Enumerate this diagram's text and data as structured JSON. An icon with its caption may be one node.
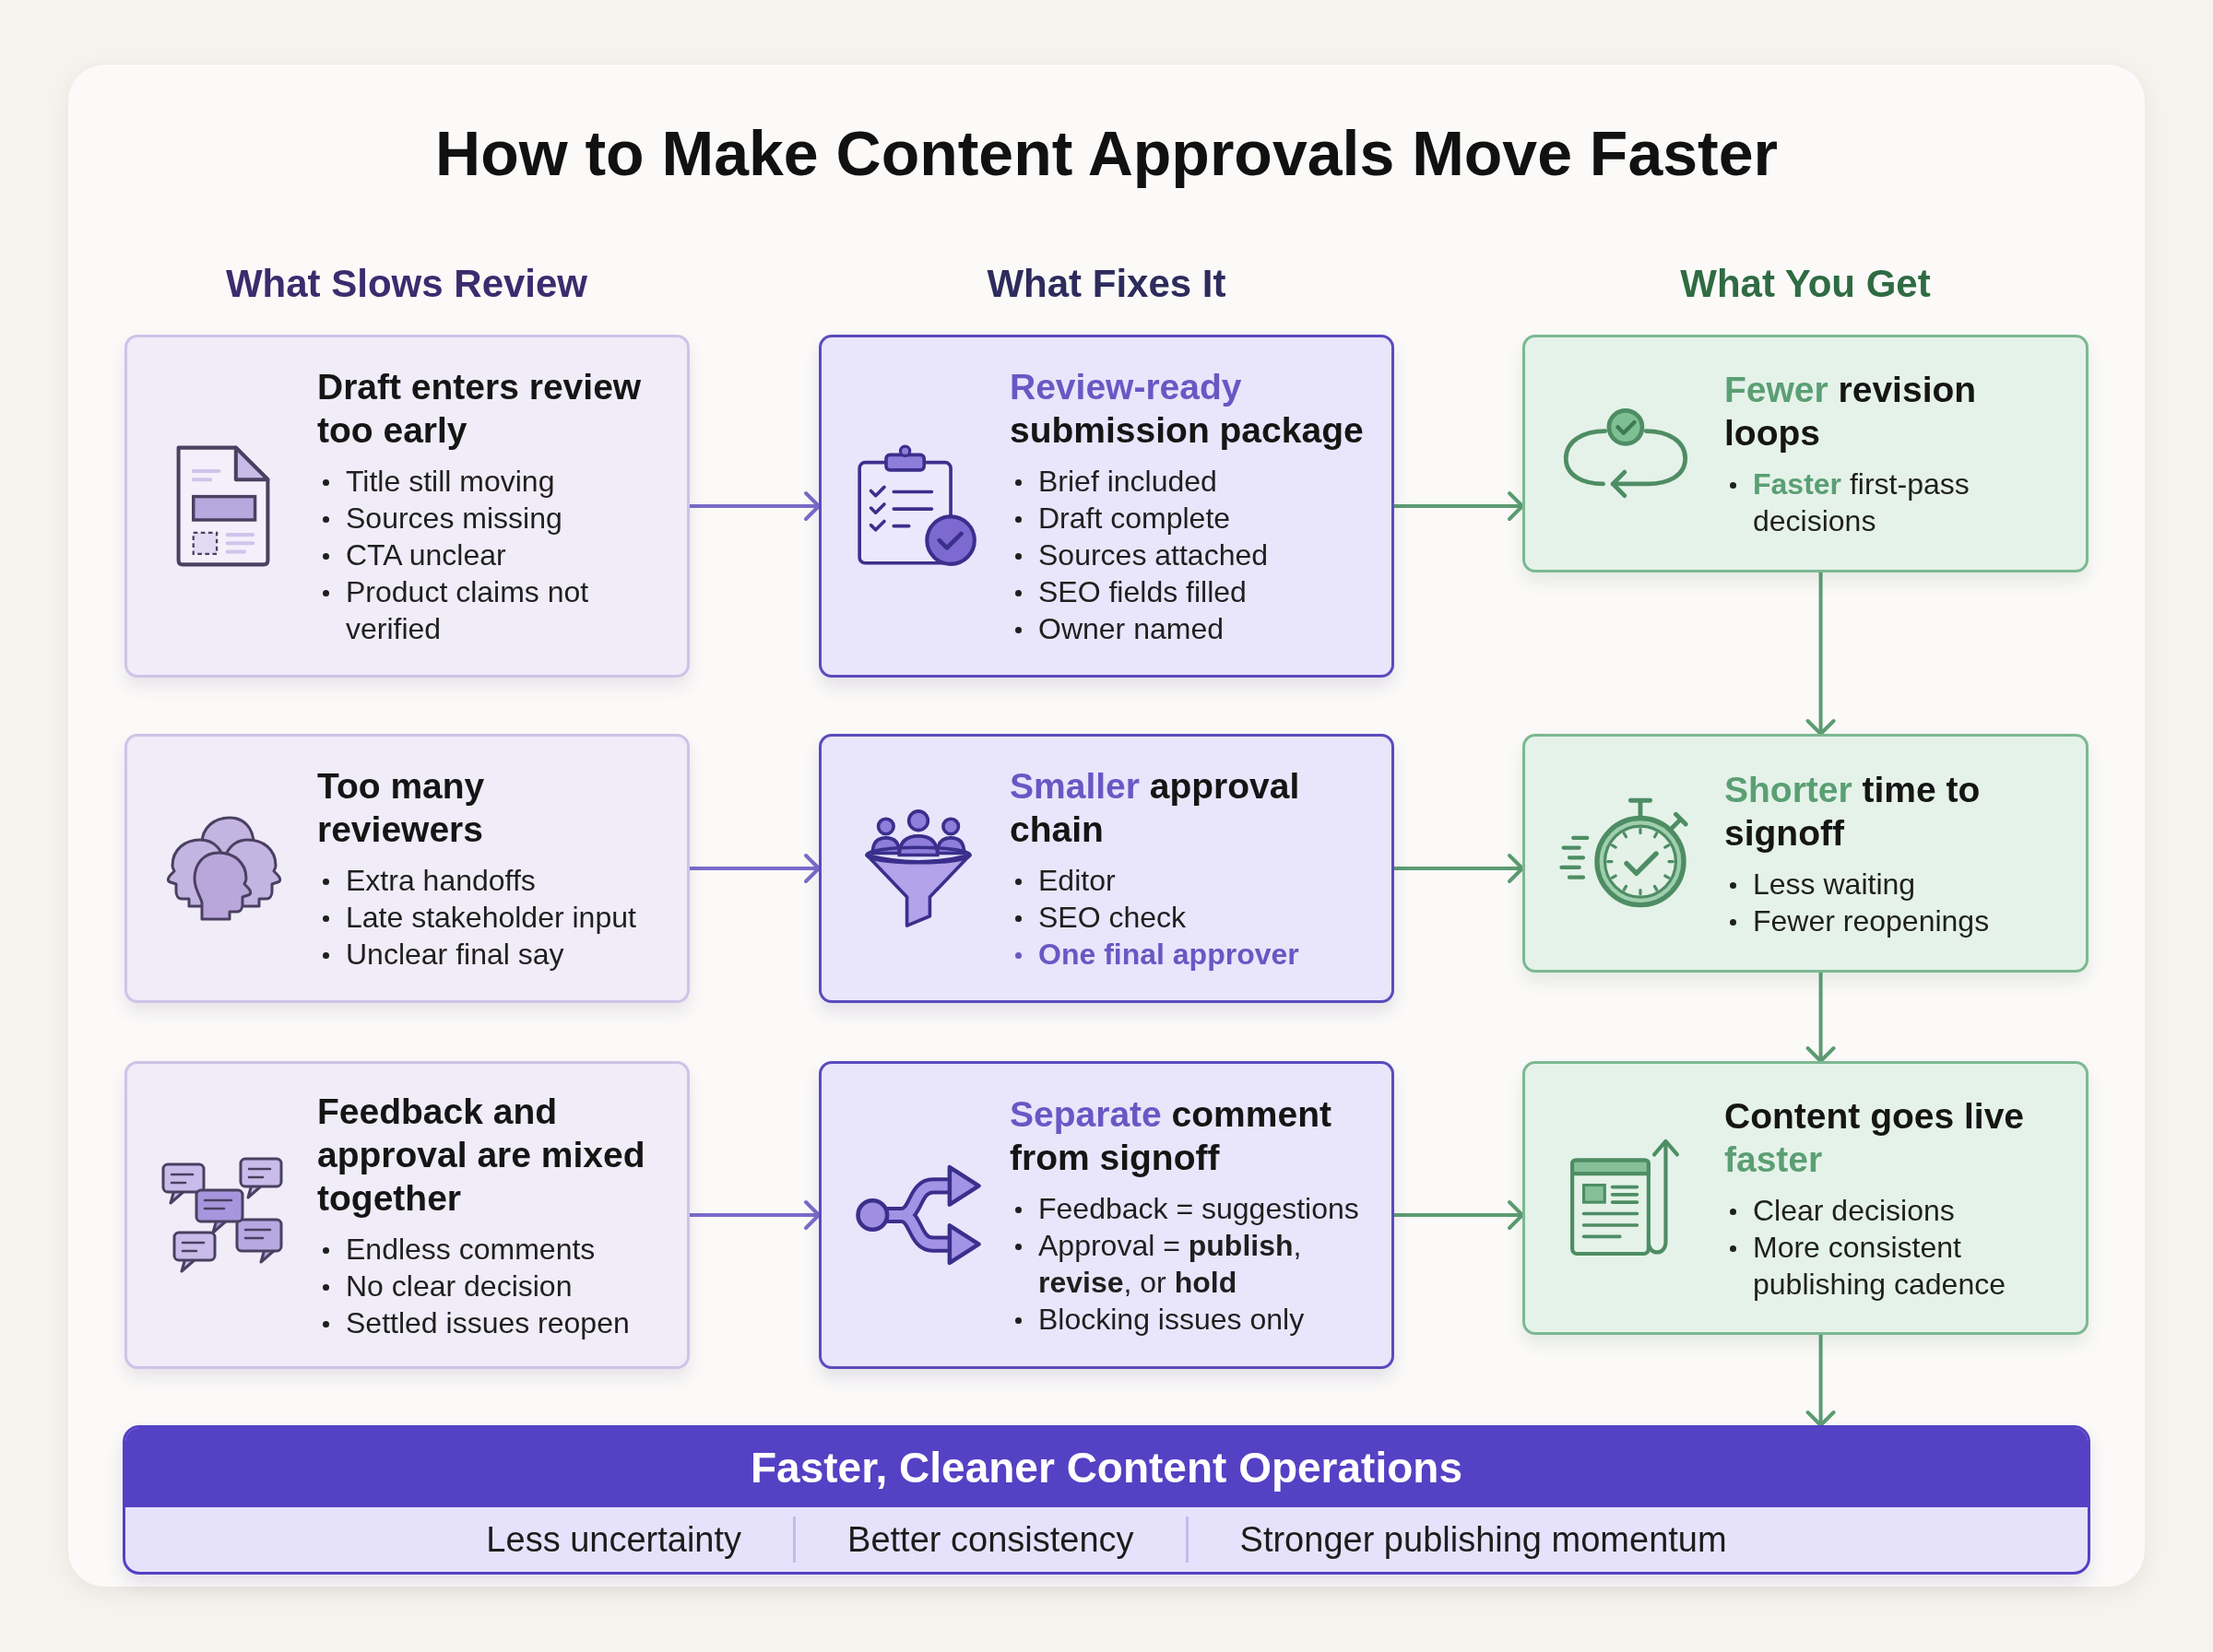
{
  "diagram": {
    "title": "How to Make Content Approvals Move Faster",
    "nodes": [
      {
        "text": [
          "Draft enters review too early",
          "Title still moving",
          "Sources missing",
          "CTA unclear",
          "Product claims not verified"
        ]
      },
      {
        "text": [
          "Review-ready submission package",
          "Brief included",
          "Draft complete",
          "Sources attached",
          "SEO fields filled",
          "Owner named"
        ]
      },
      {
        "text": [
          "Fewer revision loops",
          "**Faster** first-pass decisions"
        ]
      },
      {
        "text": [
          "Too many reviewers",
          "Extra handoffs",
          "Late stakeholder input",
          "Unclear final say"
        ]
      },
      {
        "text": [
          "Smaller approval chain",
          "Editor",
          "SEO check",
          "One final approver"
        ]
      },
      {
        "text": [
          "Shorter time to signoff",
          "Less waiting",
          "Fewer reopenings"
        ]
      },
      {
        "text": [
          "Feedback and approval are mixed together",
          "Endless comments",
          "No clear decision",
          "Settled issues reopen"
        ]
      },
      {
        "text": [
          "Separate comment from signoff",
          "Feedback = suggestions",
          "Approval = **publish**, **revise**, or **hold**",
          "Blocking issues only"
        ]
      },
      {
        "text": [
          "Content goes live faster",
          "Clear decisions",
          "More consistent publishing cadence"
        ]
      },
      {
        "text": [
          "Faster, Cleaner Content Operations",
          "Less uncertainty",
          "Better consistency",
          "Stronger publishing momentum"
        ]
      }
    ],
    "edges": [
      {
        "from": 0,
        "to": 1,
        "arrow": "to",
        "color": "#7b6bc9"
      },
      {
        "from": 1,
        "to": 2,
        "arrow": "to"
      },
      {
        "from": 2,
        "to": 5,
        "arrow": "to"
      },
      {
        "from": 3,
        "to": 4,
        "arrow": "to",
        "color": "#7b6bc9"
      },
      {
        "from": 4,
        "to": 5,
        "arrow": "to"
      },
      {
        "from": 5,
        "to": 8,
        "arrow": "to"
      },
      {
        "from": 6,
        "to": 7,
        "arrow": "to",
        "color": "#7b6bc9"
      },
      {
        "from": 7,
        "to": 8,
        "arrow": "to"
      },
      {
        "from": 8,
        "to": 9,
        "arrow": "to"
      }
    ],
    "labels": [
      "What Slows Review",
      "What Fixes It",
      "What You Get"
    ]
  }
}
